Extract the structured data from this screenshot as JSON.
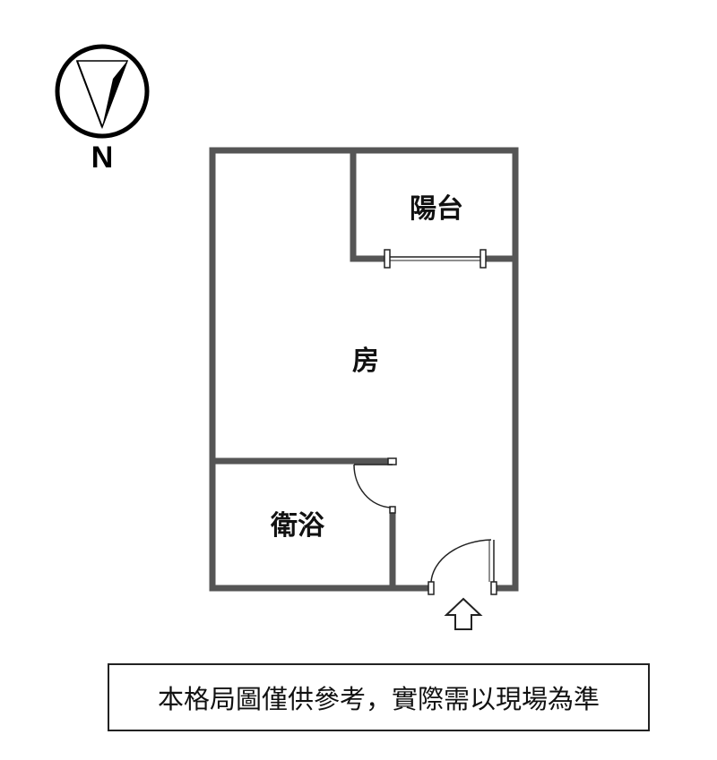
{
  "compass": {
    "label": "N"
  },
  "rooms": {
    "balcony": "陽台",
    "room": "房",
    "bathroom": "衛浴"
  },
  "icons": {
    "compass": "north-compass-icon",
    "entrance": "entrance-arrow-icon"
  },
  "colors": {
    "wall": "#555555",
    "line": "#222222"
  },
  "disclaimer": "本格局圖僅供參考，實際需以現場為準"
}
